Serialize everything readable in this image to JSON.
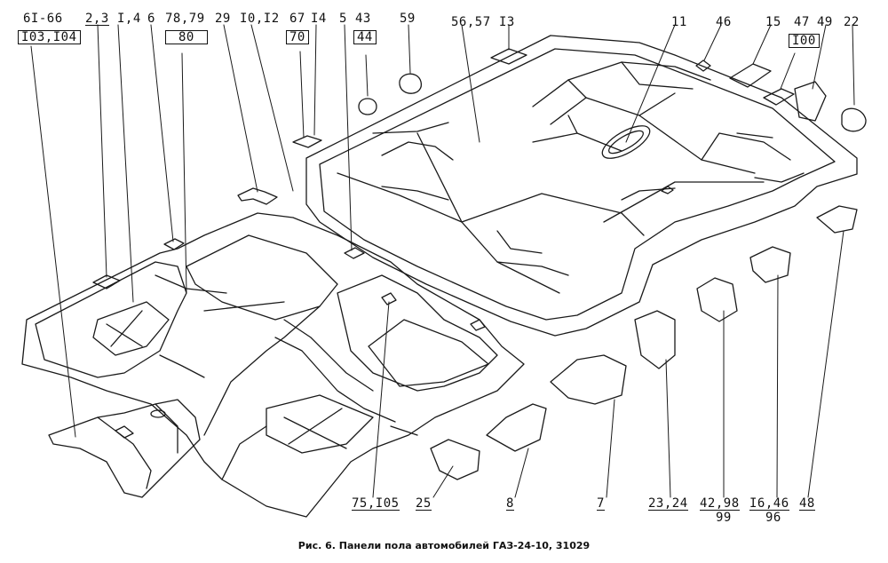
{
  "caption": "Рис. 6. Панели пола автомобилей ГАЗ-24-10, 31029",
  "labels": {
    "l1": "6I-66",
    "l2": "2,3",
    "l3": "I,4",
    "l4": "6",
    "l5": "78,79",
    "l6": "29",
    "l7": "I0,I2",
    "l8": "67",
    "l9": "I4",
    "l10": "5",
    "l11": "43",
    "l12": "59",
    "l13": "56,57",
    "l14": "I3",
    "l15": "11",
    "l16": "46",
    "l17": "15",
    "l18": "47",
    "l19": "49",
    "l20": "22",
    "b1": "I03,I04",
    "b2": "80",
    "b3": "70",
    "b4": "44",
    "b5": "I00",
    "bot1": "75,I05",
    "bot2": "25",
    "bot3": "8",
    "bot4": "7",
    "bot5": "23,24",
    "bot6": "42,98",
    "bot6b": "99",
    "bot7": "I6,46",
    "bot7b": "96",
    "bot8": "48"
  }
}
